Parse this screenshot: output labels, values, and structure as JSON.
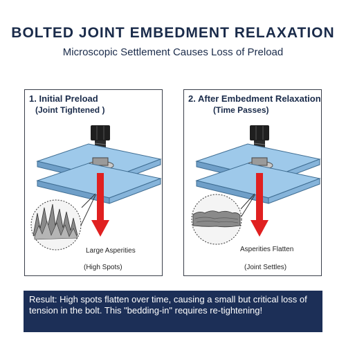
{
  "header": {
    "title": "BOLTED JOINT EMBEDMENT RELAXATION",
    "subtitle": "Microscopic Settlement Causes Loss of Preload"
  },
  "panels": [
    {
      "title": "1. Initial Preload",
      "subtitle": "(Joint Tightened )",
      "caption_main": "Large Asperities",
      "caption_sub": "(High Spots)"
    },
    {
      "title": "2. After Embedment Relaxation",
      "subtitle": "(Time Passes)",
      "caption_main": "Asperities Flatten",
      "caption_sub": "(Joint Settles)"
    }
  ],
  "result": {
    "text": "Result: High spots flatten over time, causing a small but critical loss of tension in the bolt. This \"bedding-in\" requires re-tightening!"
  },
  "colors": {
    "title": "#1a2b4a",
    "plate": "#9ec9ea",
    "arrow": "#e02020",
    "result_bg": "#1c2f57"
  }
}
